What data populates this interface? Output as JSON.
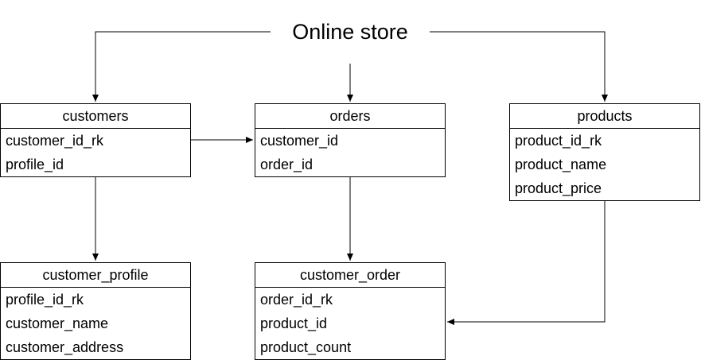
{
  "title": "Online store",
  "entities": {
    "customers": {
      "name": "customers",
      "fields": [
        "customer_id_rk",
        "profile_id"
      ]
    },
    "orders": {
      "name": "orders",
      "fields": [
        "customer_id",
        "order_id"
      ]
    },
    "products": {
      "name": "products",
      "fields": [
        "product_id_rk",
        "product_name",
        "product_price"
      ]
    },
    "customer_profile": {
      "name": "customer_profile",
      "fields": [
        "profile_id_rk",
        "customer_name",
        "customer_address"
      ]
    },
    "customer_order": {
      "name": "customer_order",
      "fields": [
        "order_id_rk",
        "product_id",
        "product_count"
      ]
    }
  },
  "colors": {
    "line": "#000000",
    "background": "#ffffff"
  }
}
